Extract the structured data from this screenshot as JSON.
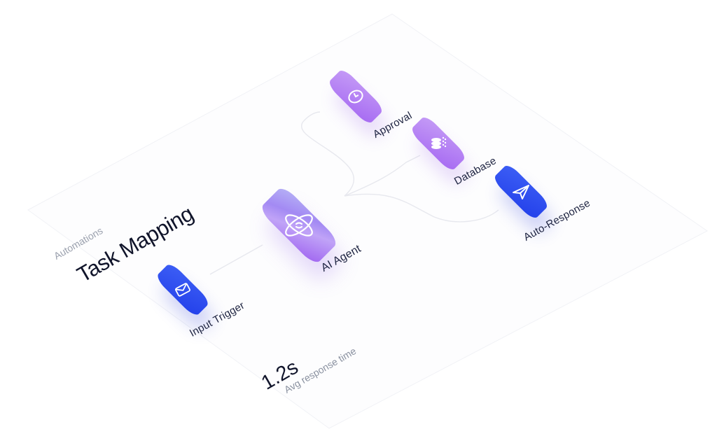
{
  "header": {
    "kicker": "Automations",
    "title": "Task Mapping"
  },
  "nodes": {
    "input_trigger": {
      "label": "Input Trigger",
      "icon": "mail-icon",
      "color": "#2d4cf0"
    },
    "ai_agent": {
      "label": "AI Agent",
      "icon": "orbit-icon",
      "color": "#a97cf3"
    },
    "approval": {
      "label": "Approval",
      "icon": "clock-icon",
      "color": "#b684f4"
    },
    "database": {
      "label": "Database",
      "icon": "database-icon",
      "color": "#b684f4"
    },
    "auto_response": {
      "label": "Auto-Response",
      "icon": "send-icon",
      "color": "#2d4cf0"
    }
  },
  "metric": {
    "value": "1.2s",
    "label": "Avg response time"
  }
}
